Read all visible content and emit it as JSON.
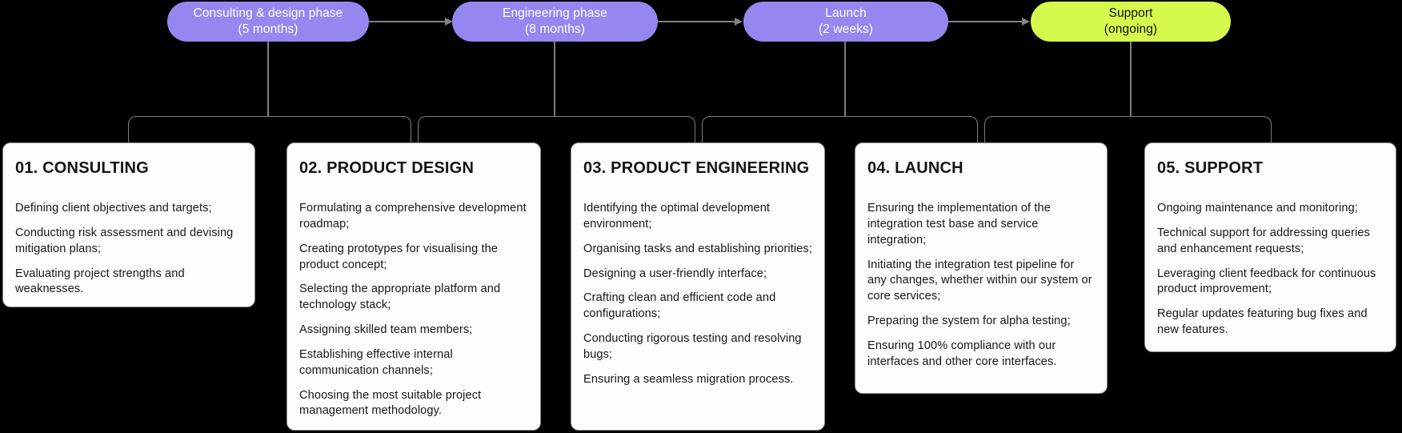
{
  "colors": {
    "background": "#000000",
    "phase_purple": "#9487F0",
    "phase_lime": "#D5FA4C",
    "phase_text_light": "#FFFFFF",
    "phase_text_dark": "#101010",
    "connector_gray": "#7D7D7D",
    "card_background": "#FDFDFD",
    "card_border": "#8C8C8C",
    "card_text": "#171717"
  },
  "phases": [
    {
      "line1": "Consulting & design phase",
      "line2": "(5 months)",
      "color_key": "phase_purple"
    },
    {
      "line1": "Engineering phase",
      "line2": "(8 months)",
      "color_key": "phase_purple"
    },
    {
      "line1": "Launch",
      "line2": "(2 weeks)",
      "color_key": "phase_purple"
    },
    {
      "line1": "Support",
      "line2": "(ongoing)",
      "color_key": "phase_lime"
    }
  ],
  "cards": [
    {
      "title": "01. CONSULTING",
      "items": [
        "Defining client objectives and targets;",
        "Conducting risk assessment and devising mitigation plans;",
        "Evaluating project strengths and weaknesses."
      ]
    },
    {
      "title": "02. PRODUCT DESIGN",
      "items": [
        "Formulating a comprehensive development roadmap;",
        "Creating prototypes for visualising the product concept;",
        "Selecting the appropriate platform and technology stack;",
        "Assigning skilled team members;",
        "Establishing effective internal communication channels;",
        "Choosing the most suitable project management methodology."
      ]
    },
    {
      "title": "03. PRODUCT ENGINEERING",
      "items": [
        "Identifying the optimal development environment;",
        "Organising tasks and establishing priorities;",
        "Designing a user-friendly interface;",
        "Crafting clean and efficient code and configurations;",
        "Conducting rigorous testing and resolving bugs;",
        "Ensuring a seamless migration process."
      ]
    },
    {
      "title": "04. LAUNCH",
      "items": [
        "Ensuring the implementation of the integration test base and service integration;",
        "Initiating the integration test pipeline for any changes, whether within our system or core services;",
        "Preparing the system for alpha testing;",
        "Ensuring 100% compliance with our interfaces and other core interfaces."
      ]
    },
    {
      "title": "05. SUPPORT",
      "items": [
        "Ongoing maintenance and monitoring;",
        "Technical support for addressing queries and enhancement requests;",
        "Leveraging client feedback for continuous product improvement;",
        "Regular updates featuring bug fixes and new features."
      ]
    }
  ]
}
